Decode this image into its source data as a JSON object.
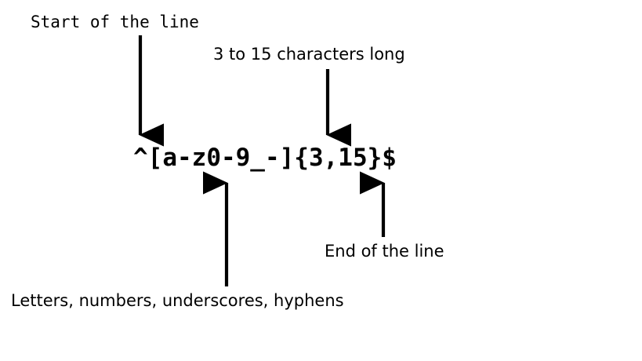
{
  "diagram": {
    "title_expression": "^[a-z0-9_-]{3,15}$",
    "annotations": [
      {
        "id": "start-of-line",
        "text": "Start of the line",
        "style": "mono"
      },
      {
        "id": "length-range",
        "text": "3 to 15 characters long",
        "style": "sans"
      },
      {
        "id": "end-of-line",
        "text": "End of the line",
        "style": "sans"
      },
      {
        "id": "allowed-characters",
        "text": "Letters, numbers, underscores, hyphens",
        "style": "sans"
      }
    ],
    "colors": {
      "background": "#ffffff",
      "ink": "#000000"
    }
  }
}
